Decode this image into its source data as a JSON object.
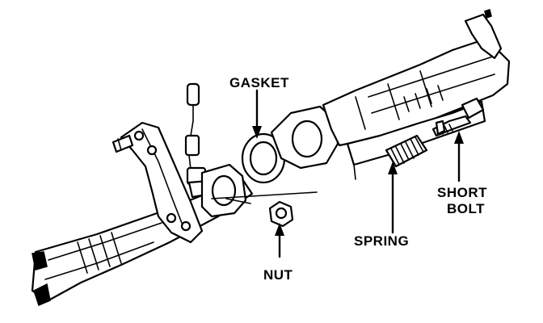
{
  "diagram": {
    "labels": {
      "gasket": "GASKET",
      "short_bolt_line1": "SHORT",
      "short_bolt_line2": "BOLT",
      "spring": "SPRING",
      "nut": "NUT"
    },
    "colors": {
      "ink": "#000000",
      "paper": "#ffffff"
    }
  }
}
